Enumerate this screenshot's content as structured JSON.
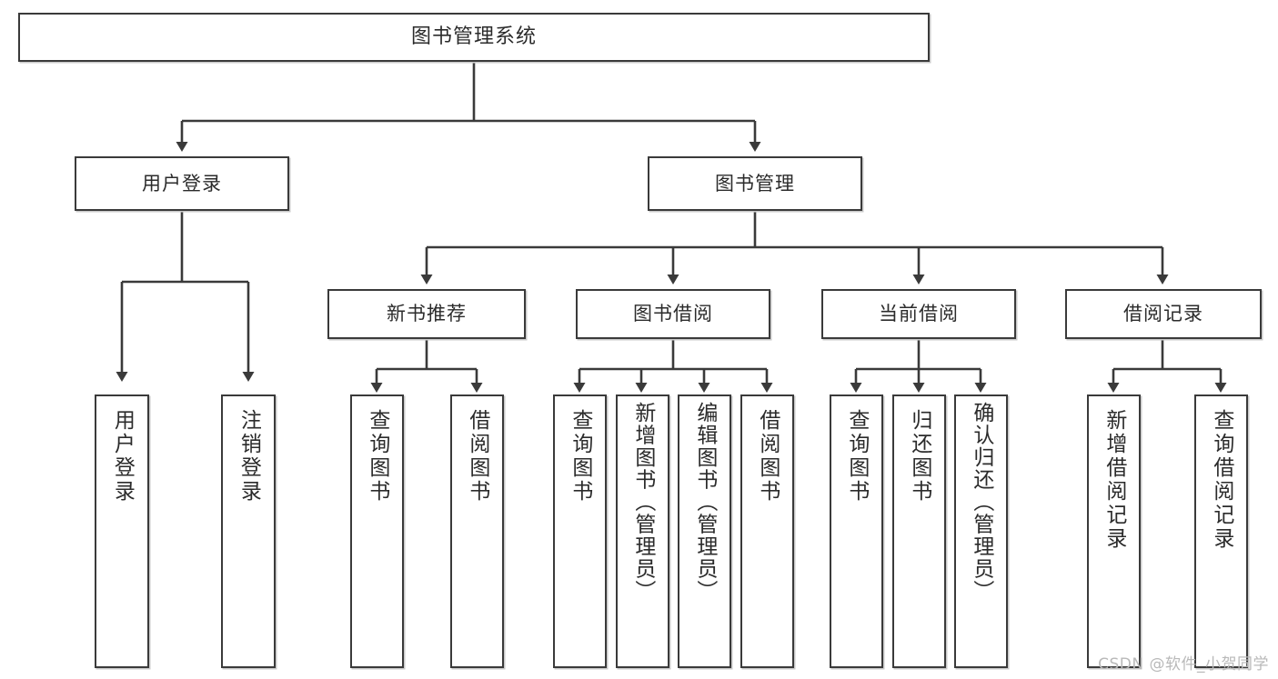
{
  "diagram": {
    "title": "图书管理系统",
    "type": "tree",
    "root": {
      "label": "图书管理系统"
    },
    "level1": [
      {
        "id": "user-login",
        "label": "用户登录"
      },
      {
        "id": "book-manage",
        "label": "图书管理"
      }
    ],
    "level2": [
      {
        "id": "new-book-rec",
        "label": "新书推荐",
        "parent": "book-manage"
      },
      {
        "id": "book-borrow",
        "label": "图书借阅",
        "parent": "book-manage"
      },
      {
        "id": "current-borrow",
        "label": "当前借阅",
        "parent": "book-manage"
      },
      {
        "id": "borrow-record",
        "label": "借阅记录",
        "parent": "book-manage"
      }
    ],
    "leaves": [
      {
        "id": "leaf-user-login",
        "label": "用户登录",
        "parent": "user-login"
      },
      {
        "id": "leaf-user-logout",
        "label": "注销登录",
        "parent": "user-login"
      },
      {
        "id": "leaf-query-book-1",
        "label": "查询图书",
        "parent": "new-book-rec"
      },
      {
        "id": "leaf-borrow-book-1",
        "label": "借阅图书",
        "parent": "new-book-rec"
      },
      {
        "id": "leaf-query-book-2",
        "label": "查询图书",
        "parent": "book-borrow"
      },
      {
        "id": "leaf-add-book",
        "label": "新增图书（管理员）",
        "parent": "book-borrow"
      },
      {
        "id": "leaf-edit-book",
        "label": "编辑图书（管理员）",
        "parent": "book-borrow"
      },
      {
        "id": "leaf-borrow-book-2",
        "label": "借阅图书",
        "parent": "book-borrow"
      },
      {
        "id": "leaf-query-book-3",
        "label": "查询图书",
        "parent": "current-borrow"
      },
      {
        "id": "leaf-return-book",
        "label": "归还图书",
        "parent": "current-borrow"
      },
      {
        "id": "leaf-confirm-return",
        "label": "确认归还（管理员）",
        "parent": "current-borrow"
      },
      {
        "id": "leaf-add-record",
        "label": "新增借阅记录",
        "parent": "borrow-record"
      },
      {
        "id": "leaf-query-record",
        "label": "查询借阅记录",
        "parent": "borrow-record"
      }
    ]
  },
  "watermark": {
    "text": "CSDN @软件_小贺同学"
  },
  "colors": {
    "stroke": "#3a3a3a",
    "text": "#2b2b2b",
    "background": "#ffffff",
    "watermark": "#b9b9b9"
  }
}
